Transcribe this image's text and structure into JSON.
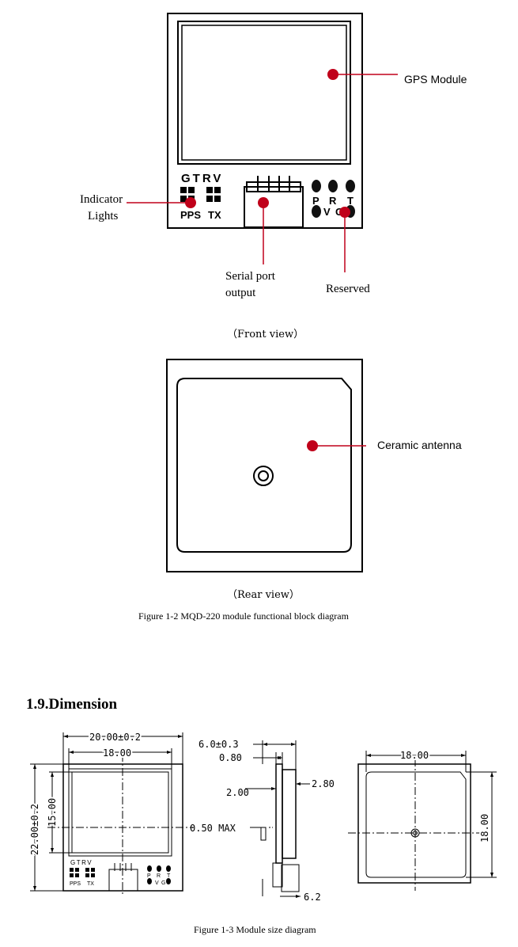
{
  "front_view": {
    "pin_labels_top": "GTRV",
    "indicator_pps": "PPS",
    "indicator_tx": "TX",
    "pin_p": "P",
    "pin_r": "R",
    "pin_t": "T",
    "pin_v": "V",
    "pin_g": "G",
    "callouts": {
      "gps_module": "GPS Module",
      "indicator_line1": "Indicator",
      "indicator_line2": "Lights",
      "serial_line1": "Serial port",
      "serial_line2": "output",
      "reserved": "Reserved"
    },
    "caption": "（Front view）"
  },
  "rear_view": {
    "callout_antenna": "Ceramic antenna",
    "caption": "（Rear view）"
  },
  "figure_1_2_caption": "Figure 1-2  MQD-220 module functional block diagram",
  "section_heading": "1.9.Dimension",
  "dimension": {
    "front": {
      "width_outer": "20.00±0.2",
      "width_inner": "18.00",
      "height_outer": "22.00±0.2",
      "height_inner": "15.00",
      "pin_labels_top": "GTRV",
      "indicator_pps": "PPS",
      "indicator_tx": "TX",
      "pin_p": "P",
      "pin_r": "R",
      "pin_t": "T",
      "pin_v": "V",
      "pin_g": "G"
    },
    "side": {
      "total_thickness": "6.0±0.3",
      "d_080": "0.80",
      "d_280": "2.80",
      "d_200": "2.00",
      "d_050": "0.50 MAX",
      "d_62": "6.2"
    },
    "rear": {
      "width": "18.00",
      "height": "18.00"
    }
  },
  "figure_1_3_caption": "Figure 1-3 Module size diagram",
  "colors": {
    "callout_red": "#c0001a",
    "outline": "#000000"
  }
}
